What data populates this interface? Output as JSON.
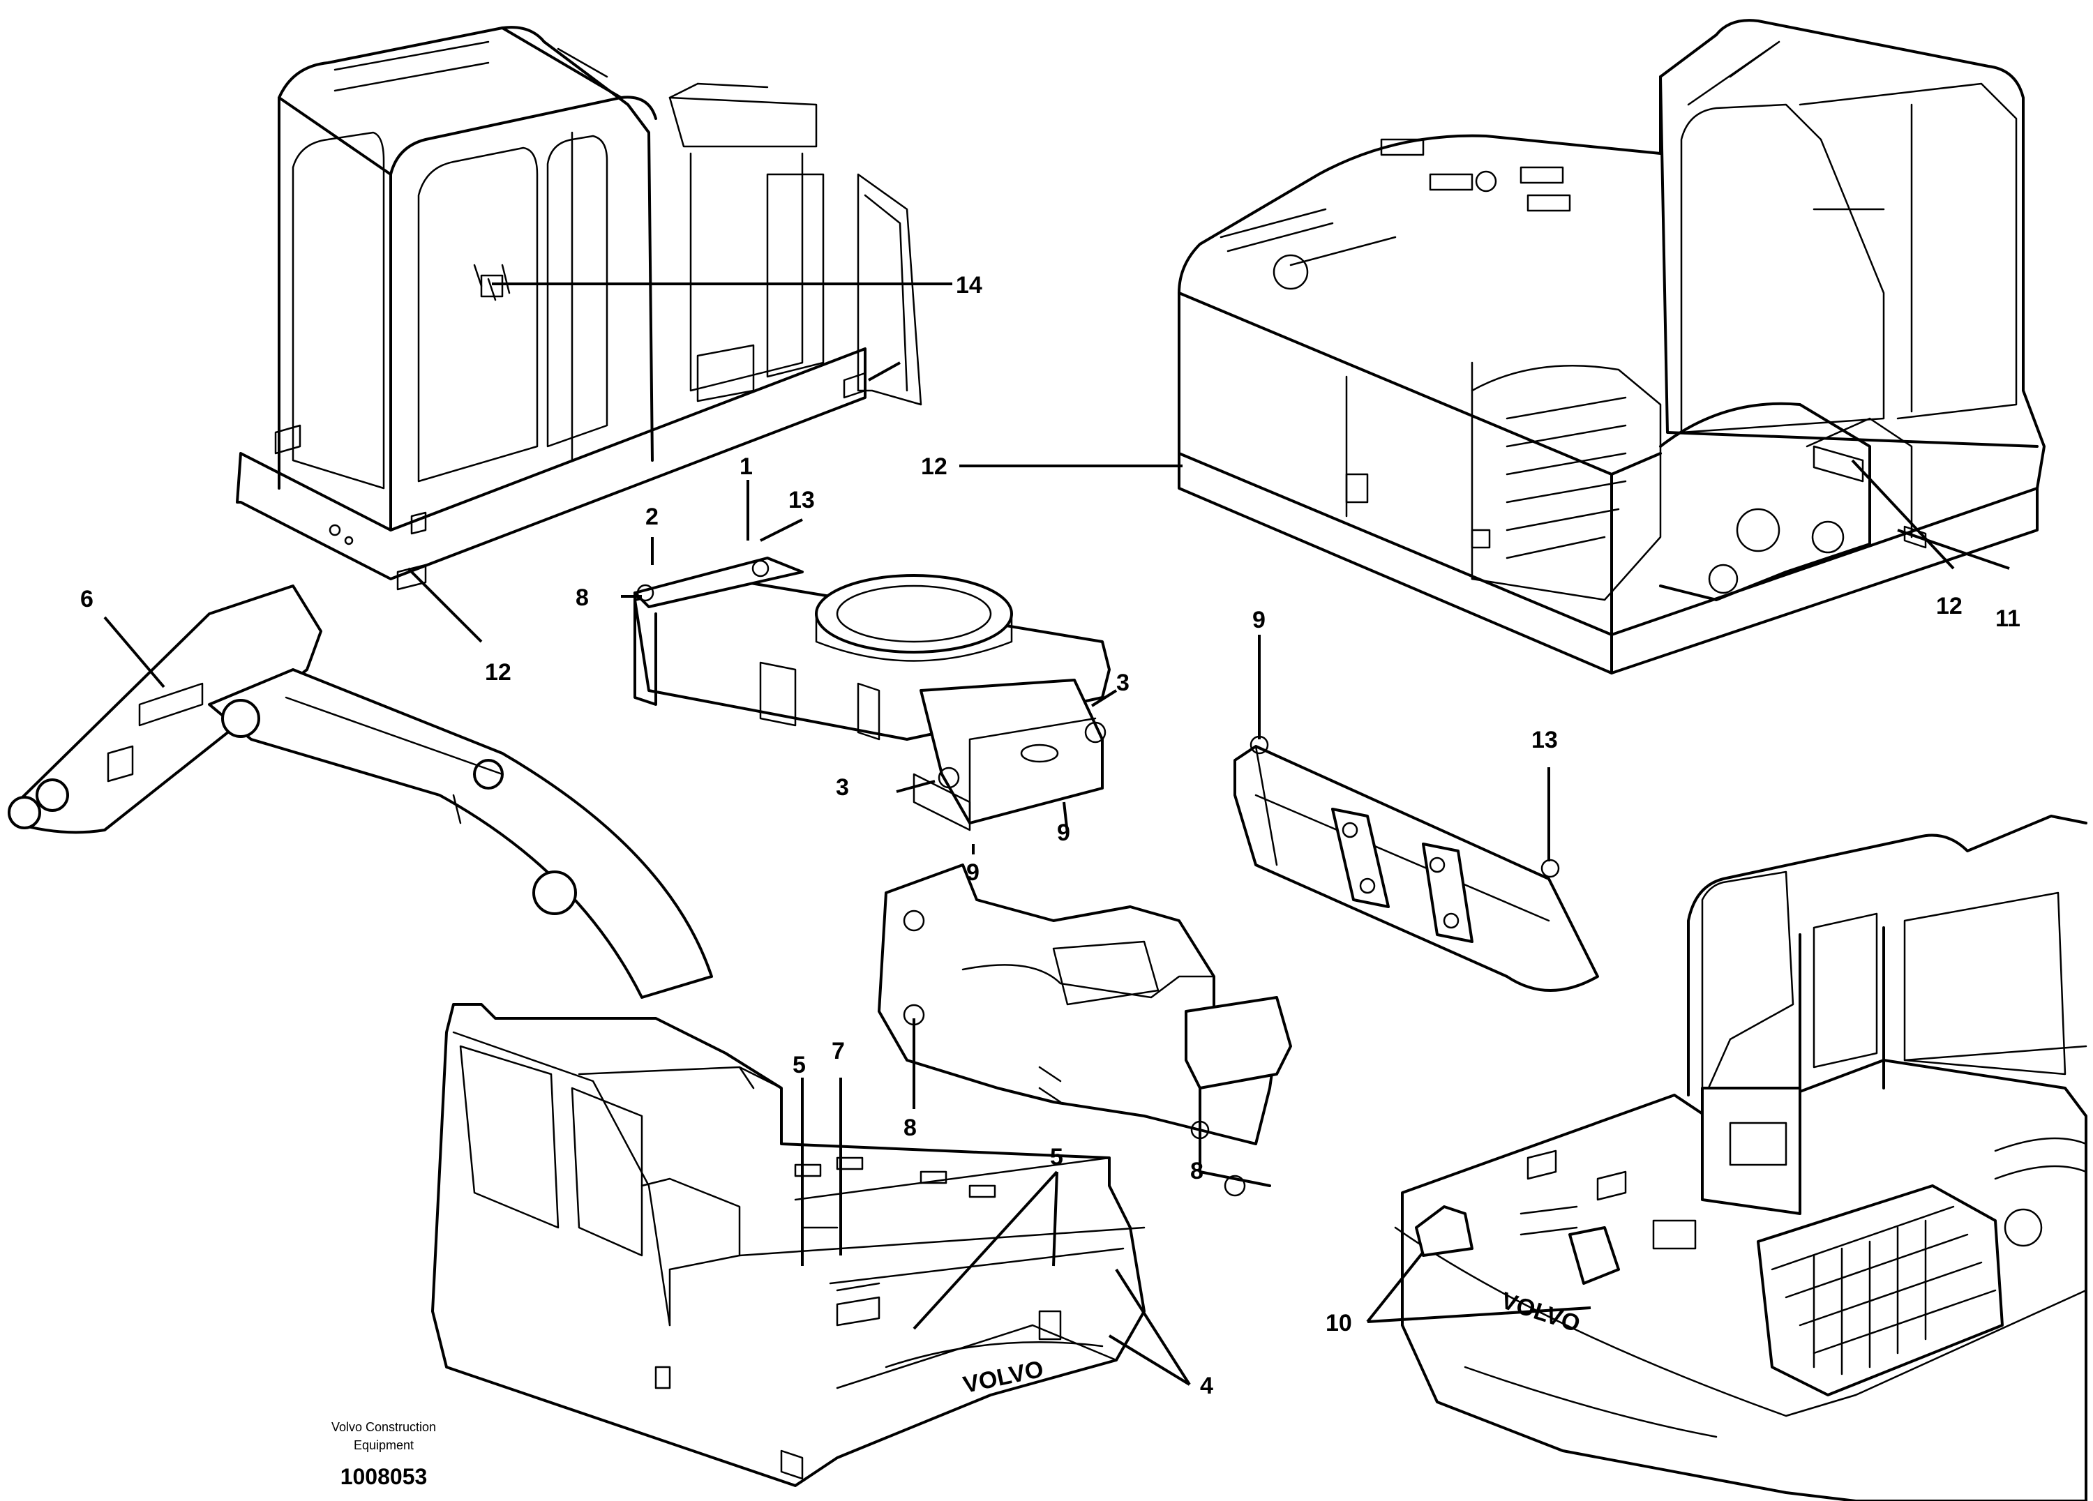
{
  "callouts": {
    "n1": "1",
    "n2": "2",
    "n3a": "3",
    "n3b": "3",
    "n4": "4",
    "n5a": "5",
    "n5b": "5",
    "n6": "6",
    "n7": "7",
    "n8a": "8",
    "n8b": "8",
    "n8c": "8",
    "n9a": "9",
    "n9b": "9",
    "n9c": "9",
    "n10": "10",
    "n11": "11",
    "n12a": "12",
    "n12b": "12",
    "n12c": "12",
    "n13a": "13",
    "n13b": "13",
    "n14": "14"
  },
  "caption": {
    "line1": "Volvo Construction",
    "line2": "Equipment"
  },
  "document_number": "1008053",
  "brand_mark": "VOLVO"
}
